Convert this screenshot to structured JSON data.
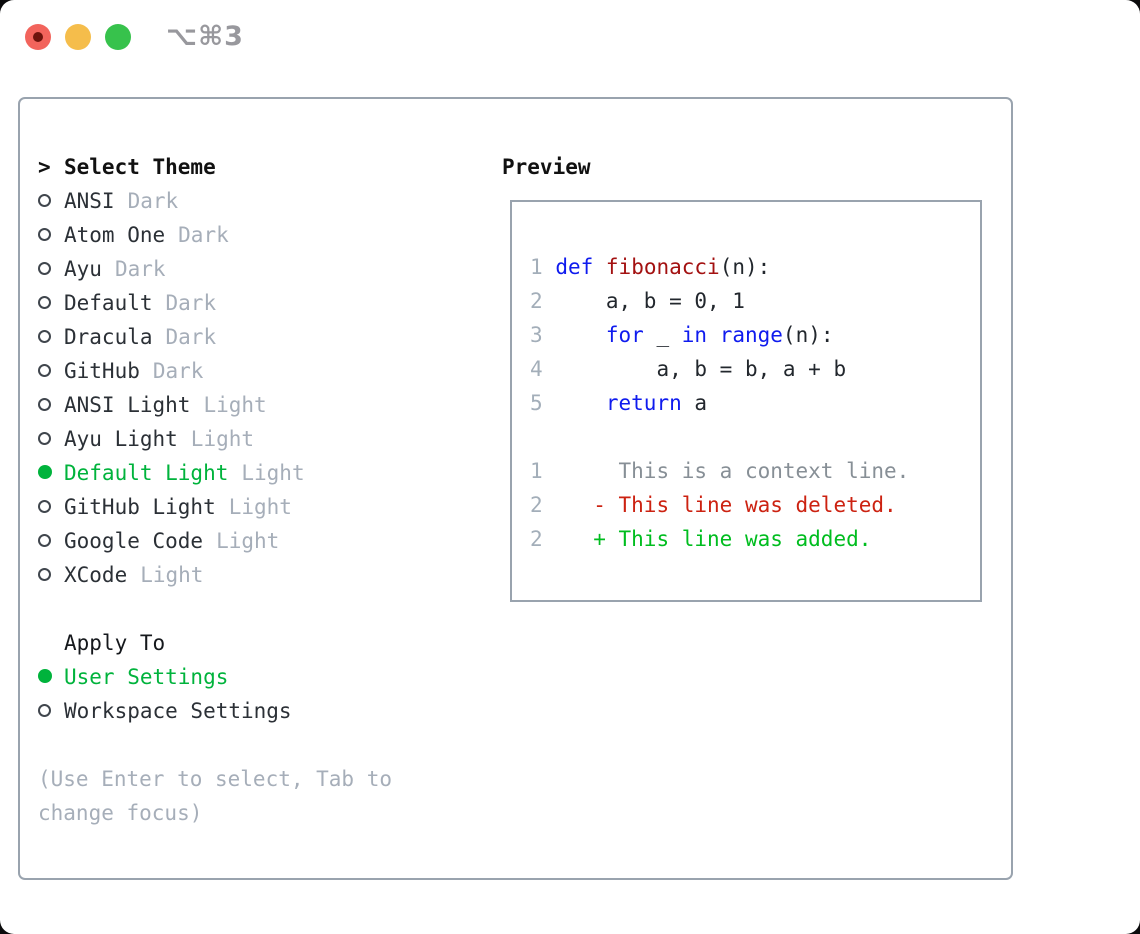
{
  "window": {
    "shortcut": "⌥⌘3",
    "traffic_lights": [
      "close",
      "minimize",
      "zoom"
    ]
  },
  "colors": {
    "accent_green": "#00b33c",
    "keyword_blue": "#0f1bee",
    "function_red": "#a31111",
    "deleted_red": "#cc2211",
    "added_green": "#00bd1f",
    "muted_gray": "#a6aeb9",
    "text_dark": "#2b3036",
    "panel_border": "#99a3ae"
  },
  "theme_picker": {
    "cursor": ">",
    "title": "Select Theme",
    "themes": [
      {
        "name": "ANSI",
        "variant": "Dark",
        "selected": false
      },
      {
        "name": "Atom One",
        "variant": "Dark",
        "selected": false
      },
      {
        "name": "Ayu",
        "variant": "Dark",
        "selected": false
      },
      {
        "name": "Default",
        "variant": "Dark",
        "selected": false
      },
      {
        "name": "Dracula",
        "variant": "Dark",
        "selected": false
      },
      {
        "name": "GitHub",
        "variant": "Dark",
        "selected": false
      },
      {
        "name": "ANSI Light",
        "variant": "Light",
        "selected": false
      },
      {
        "name": "Ayu Light",
        "variant": "Light",
        "selected": false
      },
      {
        "name": "Default Light",
        "variant": "Light",
        "selected": true
      },
      {
        "name": "GitHub Light",
        "variant": "Light",
        "selected": false
      },
      {
        "name": "Google Code",
        "variant": "Light",
        "selected": false
      },
      {
        "name": "XCode",
        "variant": "Light",
        "selected": false
      }
    ],
    "apply_to": {
      "title": "Apply To",
      "options": [
        {
          "label": "User Settings",
          "selected": true
        },
        {
          "label": "Workspace Settings",
          "selected": false
        }
      ]
    },
    "hint_lines": [
      "(Use Enter to select, Tab to",
      "change focus)"
    ]
  },
  "preview": {
    "title": "Preview",
    "lines": [
      {
        "tokens": [
          [
            "ln",
            "1"
          ],
          [
            "pl",
            " "
          ],
          [
            "kw",
            "def"
          ],
          [
            "pl",
            " "
          ],
          [
            "fn",
            "fibonacci"
          ],
          [
            "pl",
            "(n):"
          ]
        ]
      },
      {
        "tokens": [
          [
            "ln",
            "2"
          ],
          [
            "pl",
            "     a, b = 0, 1"
          ]
        ]
      },
      {
        "tokens": [
          [
            "ln",
            "3"
          ],
          [
            "pl",
            "     "
          ],
          [
            "kw",
            "for"
          ],
          [
            "pl",
            " _ "
          ],
          [
            "kw",
            "in"
          ],
          [
            "pl",
            " "
          ],
          [
            "kw",
            "range"
          ],
          [
            "pl",
            "(n):"
          ]
        ]
      },
      {
        "tokens": [
          [
            "ln",
            "4"
          ],
          [
            "pl",
            "         a, b = b, a + b"
          ]
        ]
      },
      {
        "tokens": [
          [
            "ln",
            "5"
          ],
          [
            "pl",
            "     "
          ],
          [
            "kw",
            "return"
          ],
          [
            "pl",
            " a"
          ]
        ]
      },
      {
        "tokens": []
      },
      {
        "tokens": [
          [
            "ln",
            "1"
          ],
          [
            "pl",
            "      "
          ],
          [
            "ctx",
            "This is a context line."
          ]
        ]
      },
      {
        "tokens": [
          [
            "ln",
            "2"
          ],
          [
            "pl",
            "    "
          ],
          [
            "del",
            "- This line was deleted."
          ]
        ]
      },
      {
        "tokens": [
          [
            "ln",
            "2"
          ],
          [
            "pl",
            "    "
          ],
          [
            "add",
            "+ This line was added."
          ]
        ]
      }
    ]
  }
}
